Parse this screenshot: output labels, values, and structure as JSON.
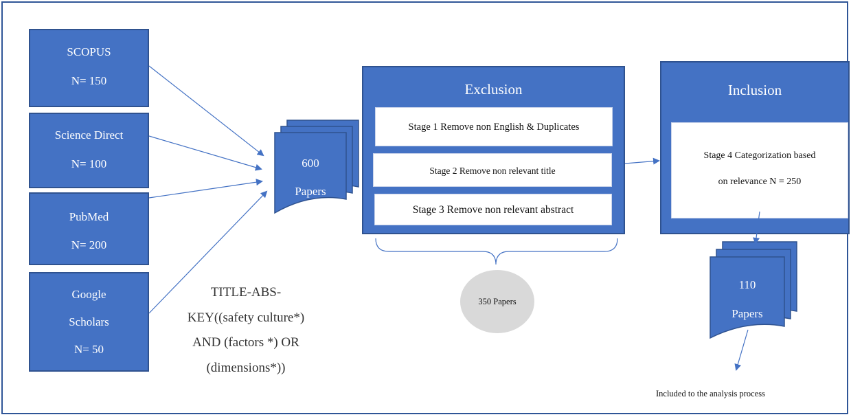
{
  "sources": [
    {
      "name": "SCOPUS",
      "count": "N= 150"
    },
    {
      "name": "Science Direct",
      "count": "N= 100"
    },
    {
      "name": "PubMed",
      "count": "N= 200"
    },
    {
      "name_line1": "Google",
      "name_line2": "Scholars",
      "count": "N= 50"
    }
  ],
  "merged_doc": {
    "count": "600",
    "label": "Papers"
  },
  "query_lines": [
    "TITLE-ABS-",
    "KEY((safety culture*)",
    "AND (factors *) OR",
    "(dimensions*))"
  ],
  "exclusion": {
    "title": "Exclusion",
    "stages": [
      "Stage 1 Remove non English & Duplicates",
      "Stage 2 Remove non relevant title",
      "Stage 3 Remove non relevant abstract"
    ],
    "removed_label": "350 Papers"
  },
  "inclusion": {
    "title": "Inclusion",
    "stage_line1": "Stage 4 Categorization based",
    "stage_line2": "on relevance  N = 250"
  },
  "final_doc": {
    "count": "110",
    "label": "Papers"
  },
  "final_note": "Included to the analysis process",
  "colors": {
    "box_fill": "#4472c4",
    "box_border": "#2f528f",
    "arrow": "#4472c4",
    "ellipse": "#d9d9d9"
  }
}
